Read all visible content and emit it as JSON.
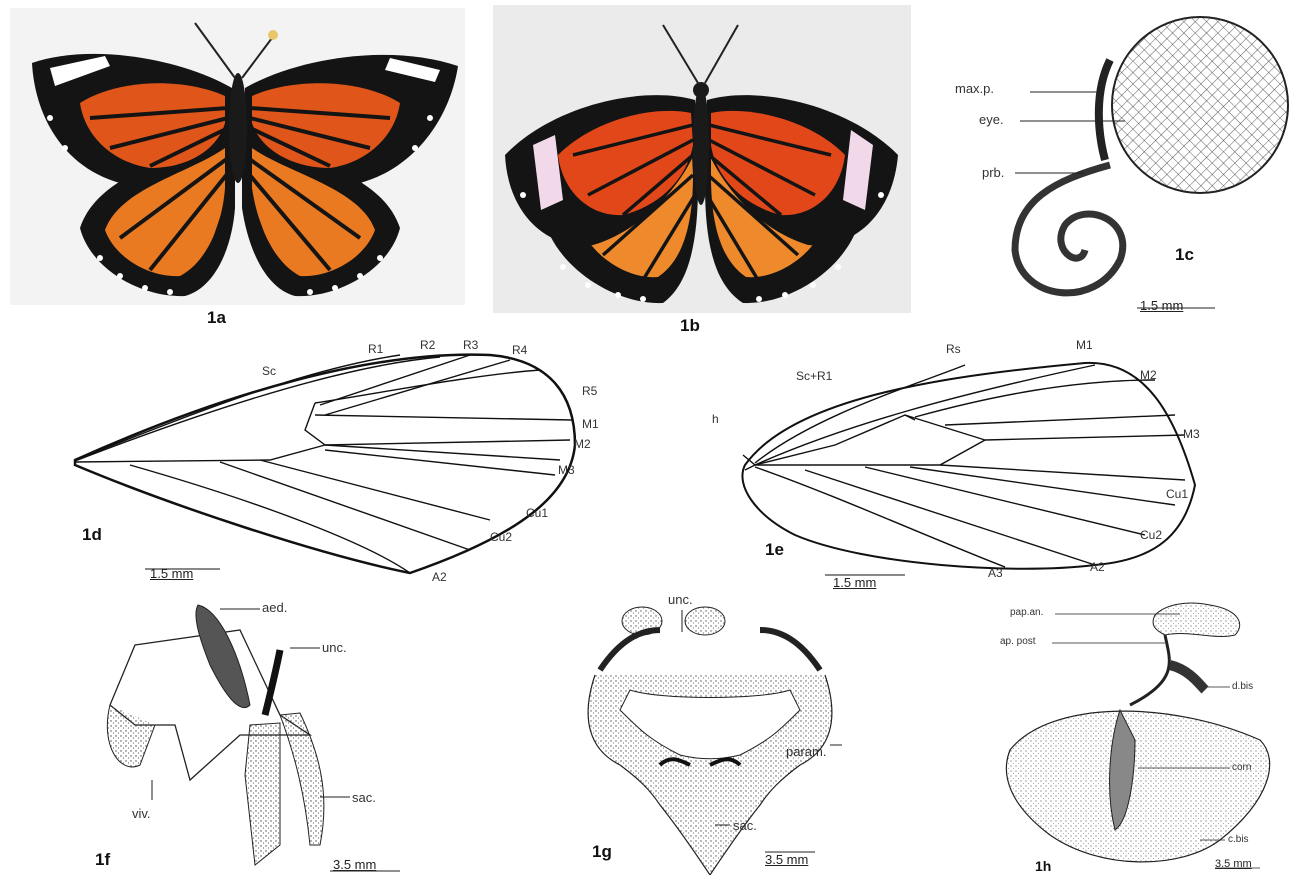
{
  "top_cut_text": "(........)",
  "panels": {
    "p1a": {
      "label": "1a"
    },
    "p1b": {
      "label": "1b"
    },
    "p1c": {
      "label": "1c",
      "scale": "1.5 mm",
      "parts": [
        "max.p.",
        "eye.",
        "prb."
      ]
    },
    "p1d": {
      "label": "1d",
      "scale": "1.5 mm",
      "veins": [
        "Sc",
        "R1",
        "R2",
        "R3",
        "R4",
        "R5",
        "M1",
        "M2",
        "M3",
        "Cu1",
        "Cu2",
        "A2"
      ]
    },
    "p1e": {
      "label": "1e",
      "scale": "1.5 mm",
      "veins": [
        "h",
        "Sc+R1",
        "Rs",
        "M1",
        "M2",
        "M3",
        "Cu1",
        "Cu2",
        "A2",
        "A3"
      ]
    },
    "p1f": {
      "label": "1f",
      "scale": "3.5 mm",
      "parts": [
        "aed.",
        "unc.",
        "viv.",
        "sac."
      ]
    },
    "p1g": {
      "label": "1g",
      "scale": "3.5 mm",
      "parts": [
        "unc.",
        "param.",
        "sac."
      ]
    },
    "p1h": {
      "label": "1h",
      "scale": "3.5 mm",
      "parts": [
        "pap.an.",
        "ap. post",
        "d.bis",
        "corn",
        "c.bis"
      ]
    }
  },
  "colors": {
    "wing_black": "#141414",
    "wing_orange": "#e0561a",
    "wing_orange_light": "#f08a2a",
    "photo_bg_a": "#f2f2f2",
    "photo_bg_b": "#e9e9e9"
  }
}
